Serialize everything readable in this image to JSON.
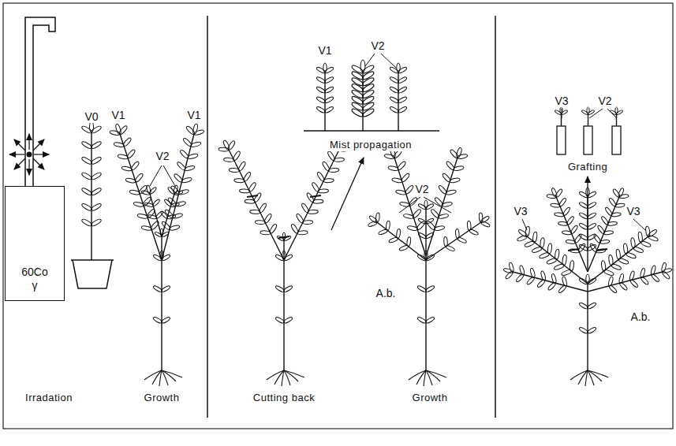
{
  "diagram": {
    "nodes": [
      {
        "text": [
          "60Co",
          "γ"
        ]
      }
    ],
    "labels": [
      "V0",
      "V1",
      "V2",
      "V1",
      "Irradation",
      "Growth",
      "V1",
      "V2",
      "Mist propagation",
      "Cutting back",
      "V2",
      "A.b.",
      "Growth",
      "V3",
      "V2",
      "Grafting",
      "V3",
      "V3",
      "A.b."
    ]
  }
}
